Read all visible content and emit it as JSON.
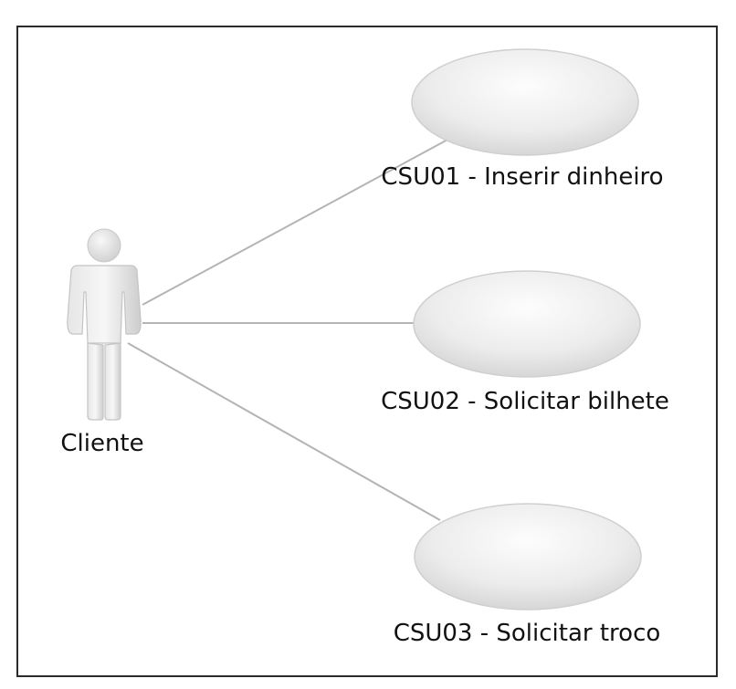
{
  "diagram": {
    "actor": {
      "label": "Cliente",
      "icon": "stick-figure-actor-icon"
    },
    "use_cases": [
      {
        "label": "CSU01 - Inserir dinheiro"
      },
      {
        "label": "CSU02 - Solicitar bilhete"
      },
      {
        "label": "CSU03 - Solicitar troco"
      }
    ],
    "associations": [
      {
        "from": "Cliente",
        "to": "CSU01 - Inserir dinheiro"
      },
      {
        "from": "Cliente",
        "to": "CSU02 - Solicitar bilhete"
      },
      {
        "from": "Cliente",
        "to": "CSU03 - Solicitar troco"
      }
    ],
    "colors": {
      "line": "#b4b4b4",
      "ellipse_light": "#fbfbfb",
      "ellipse_dark": "#d6d6d6",
      "actor_light": "#f4f4f4",
      "actor_dark": "#cfcfcf"
    }
  }
}
